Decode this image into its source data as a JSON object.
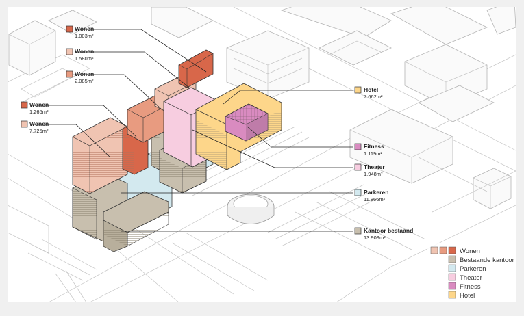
{
  "labels": [
    {
      "id": "wonen-1",
      "title": "Wonen",
      "area": "1.003m²",
      "color": "#d8674a"
    },
    {
      "id": "wonen-2",
      "title": "Wonen",
      "area": "1.580m²",
      "color": "#f0c4b2"
    },
    {
      "id": "wonen-3",
      "title": "Wonen",
      "area": "2.085m²",
      "color": "#e89b80"
    },
    {
      "id": "wonen-4",
      "title": "Wonen",
      "area": "1.265m²",
      "color": "#d8674a"
    },
    {
      "id": "wonen-5",
      "title": "Wonen",
      "area": "7.725m²",
      "color": "#f0c4b2"
    },
    {
      "id": "hotel",
      "title": "Hotel",
      "area": "7.662m²",
      "color": "#fdd68a"
    },
    {
      "id": "fitness",
      "title": "Fitness",
      "area": "1.119m²",
      "color": "#d98bc0"
    },
    {
      "id": "theater",
      "title": "Theater",
      "area": "1.948m²",
      "color": "#f7cde0"
    },
    {
      "id": "parkeren",
      "title": "Parkeren",
      "area": "11.866m²",
      "color": "#d3e9ef"
    },
    {
      "id": "kantoor",
      "title": "Kantoor bestaand",
      "area": "13.909m²",
      "color": "#c8bfae"
    }
  ],
  "legend": [
    {
      "label": "Wonen",
      "colors": [
        "#f0c4b2",
        "#e89b80",
        "#d8674a"
      ]
    },
    {
      "label": "Bestaande kantoor",
      "colors": [
        "#c8bfae"
      ]
    },
    {
      "label": "Parkeren",
      "colors": [
        "#d3e9ef"
      ]
    },
    {
      "label": "Theater",
      "colors": [
        "#f7cde0"
      ]
    },
    {
      "label": "Fitness",
      "colors": [
        "#d98bc0"
      ]
    },
    {
      "label": "Hotel",
      "colors": [
        "#fdd68a"
      ]
    }
  ]
}
